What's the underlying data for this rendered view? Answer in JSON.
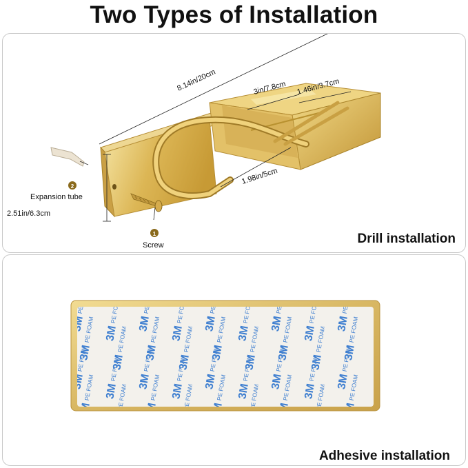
{
  "title": "Two Types of Installation",
  "drill": {
    "caption": "Drill installation",
    "dimensions": {
      "length": "8.14in/20cm",
      "slot_width": "3in/7.8cm",
      "slot_depth": "1.46in/3.7cm",
      "hook_width": "1.98in/5cm",
      "height": "2.51in/6.3cm"
    },
    "parts": [
      {
        "number": "2",
        "label": "Expansion tube"
      },
      {
        "number": "1",
        "label": "Screw"
      }
    ]
  },
  "adhesive": {
    "caption": "Adhesive installation",
    "tape_brand": "3M",
    "tape_text": "PE FOAM"
  },
  "colors": {
    "gold_light": "#f3dc8a",
    "gold": "#d9b24a",
    "gold_dark": "#a9832a",
    "badge": "#8a6a1c",
    "foam_print": "#3f7fd0"
  }
}
